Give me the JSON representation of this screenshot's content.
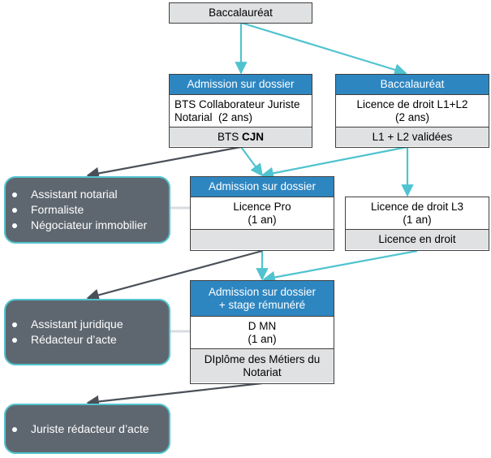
{
  "colors": {
    "header_blue": "#2e86c1",
    "footer_gray": "#dfe1e3",
    "career_bg": "#5e6770",
    "career_border": "#52c4cf",
    "teal_arrow": "#4fc3cf",
    "dark_arrow": "#4a5058"
  },
  "top_box": {
    "label": "Baccalauréat"
  },
  "bts_box": {
    "header": "Admission sur dossier",
    "body_line1": "BTS Collaborateur Juriste",
    "body_line2": "Notarial  (2 ans)",
    "footer_prefix": "BTS ",
    "footer_bold": "CJN"
  },
  "licence12_box": {
    "header": "Baccalauréat",
    "body_line1": "Licence de droit L1+L2",
    "body_line2": "(2 ans)",
    "footer": "L1 + L2 validées"
  },
  "licence_pro_box": {
    "header": "Admission sur dossier",
    "body_line1": "Licence Pro",
    "body_line2": "(1 an)",
    "footer": ""
  },
  "licence3_box": {
    "body_line1": "Licence de droit L3",
    "body_line2": "(1 an)",
    "footer": "Licence en droit"
  },
  "dmn_box": {
    "header_line1": "Admission sur dossier",
    "header_line2": "+ stage rémunéré",
    "body_line1": "D MN",
    "body_line2": "(1 an)",
    "footer_line1": "DIplôme des Métiers du",
    "footer_line2": "Notariat"
  },
  "careers": [
    {
      "items": [
        "Assistant notarial",
        "Formaliste",
        "Négociateur immobilier"
      ]
    },
    {
      "items": [
        "Assistant juridique",
        "Rédacteur d’acte"
      ]
    },
    {
      "items": [
        "Juriste rédacteur d’acte"
      ]
    }
  ]
}
